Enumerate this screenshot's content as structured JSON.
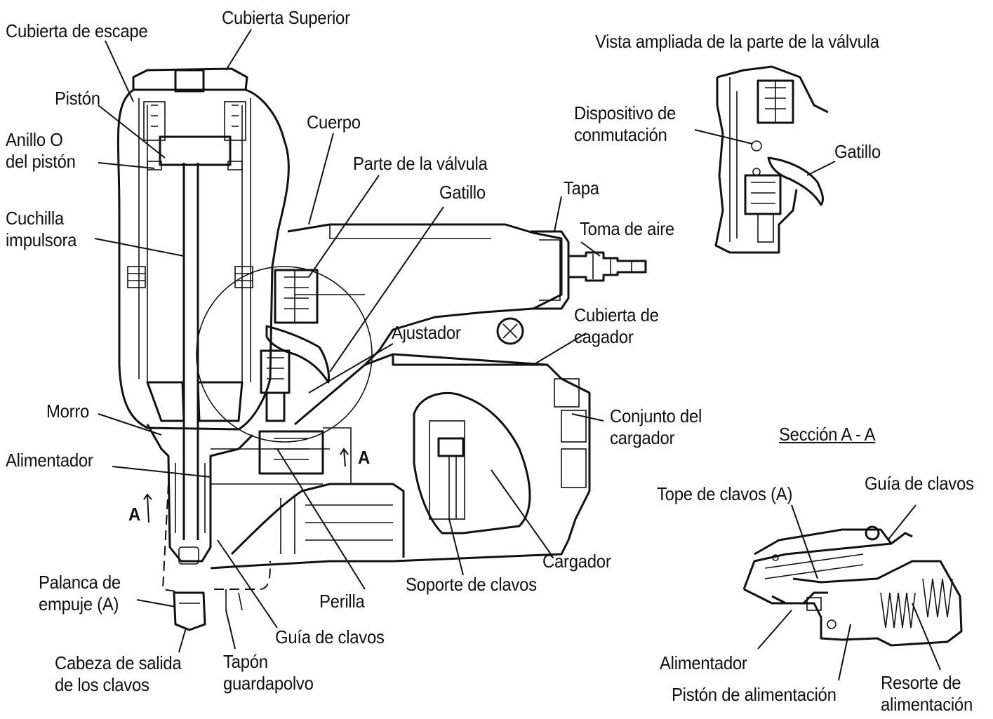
{
  "labels": {
    "cubierta_superior": "Cubierta Superior",
    "cubierta_escape": "Cubierta de escape",
    "piston": "Pistón",
    "anillo_o_1": "Anillo O",
    "anillo_o_2": "del pistón",
    "cuchilla_1": "Cuchilla",
    "cuchilla_2": "impulsora",
    "cuerpo": "Cuerpo",
    "parte_valvula": "Parte de la válvula",
    "gatillo_main": "Gatillo",
    "tapa": "Tapa",
    "toma_aire": "Toma de aire",
    "cubierta_cargador_1": "Cubierta de",
    "cubierta_cargador_2": "cagador",
    "ajustador": "Ajustador",
    "morro": "Morro",
    "conjunto_cargador_1": "Conjunto del",
    "conjunto_cargador_2": "cargador",
    "alimentador_main": "Alimentador",
    "section_marker_a_1": "A",
    "section_marker_a_2": "A",
    "palanca_1": "Palanca de",
    "palanca_2": "empuje (A)",
    "perilla": "Perilla",
    "soporte_clavos": "Soporte de clavos",
    "cargador": "Cargador",
    "guia_clavos_main": "Guía de clavos",
    "cabeza_1": "Cabeza de salida",
    "cabeza_2": "de los clavos",
    "tapon_1": "Tapón",
    "tapon_2": "guardapolvo"
  },
  "valve_inset": {
    "title": "Vista ampliada de la parte de la válvula",
    "dispositivo_1": "Dispositivo de",
    "dispositivo_2": "conmutación",
    "gatillo": "Gatillo"
  },
  "section_inset": {
    "title": "Sección A - A",
    "tope": "Tope de clavos (A)",
    "guia": "Guía de clavos",
    "alimentador": "Alimentador",
    "piston_alimentacion": "Pistón de alimentación",
    "resorte_1": "Resorte de",
    "resorte_2": "alimentación"
  }
}
